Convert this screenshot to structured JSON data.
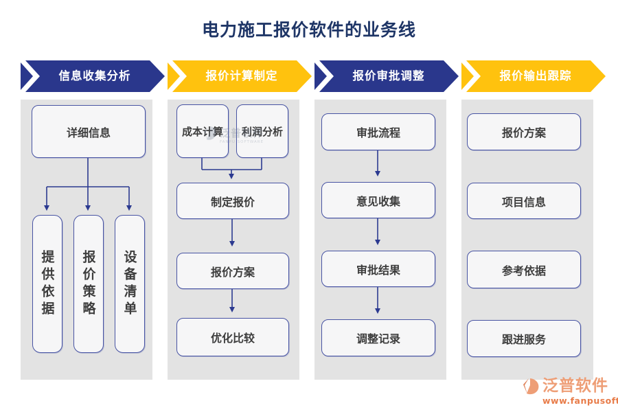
{
  "title": "电力施工报价软件的业务线",
  "columns": [
    {
      "header": "信息收集分析",
      "theme": "navy",
      "top_box": "详细信息",
      "vertical_boxes": [
        "提供依据",
        "报价策略",
        "设备清单"
      ]
    },
    {
      "header": "报价计算制定",
      "theme": "yellow",
      "pair_boxes": [
        "成本计算",
        "利润分析"
      ],
      "step_boxes": [
        "制定报价",
        "报价方案",
        "优化比较"
      ]
    },
    {
      "header": "报价审批调整",
      "theme": "navy",
      "step_boxes": [
        "审批流程",
        "意见收集",
        "审批结果",
        "调整记录"
      ]
    },
    {
      "header": "报价输出跟踪",
      "theme": "yellow",
      "step_boxes": [
        "报价方案",
        "项目信息",
        "参考依据",
        "跟进服务"
      ]
    }
  ],
  "watermark": {
    "brand": "泛普软件",
    "sub": "FANPU SOFTWARE"
  },
  "logo": {
    "brand": "泛普软件",
    "url": "www.fanpusoft.com"
  },
  "colors": {
    "navy": "#2a378c",
    "yellow": "#ffc20e",
    "panel_gray": "#e3e3e3",
    "box_border": "#4753a3",
    "line": "#2b3990",
    "title_text": "#1e3566",
    "logo_text": "#ee9e76",
    "logo_url": "#e87c49"
  }
}
